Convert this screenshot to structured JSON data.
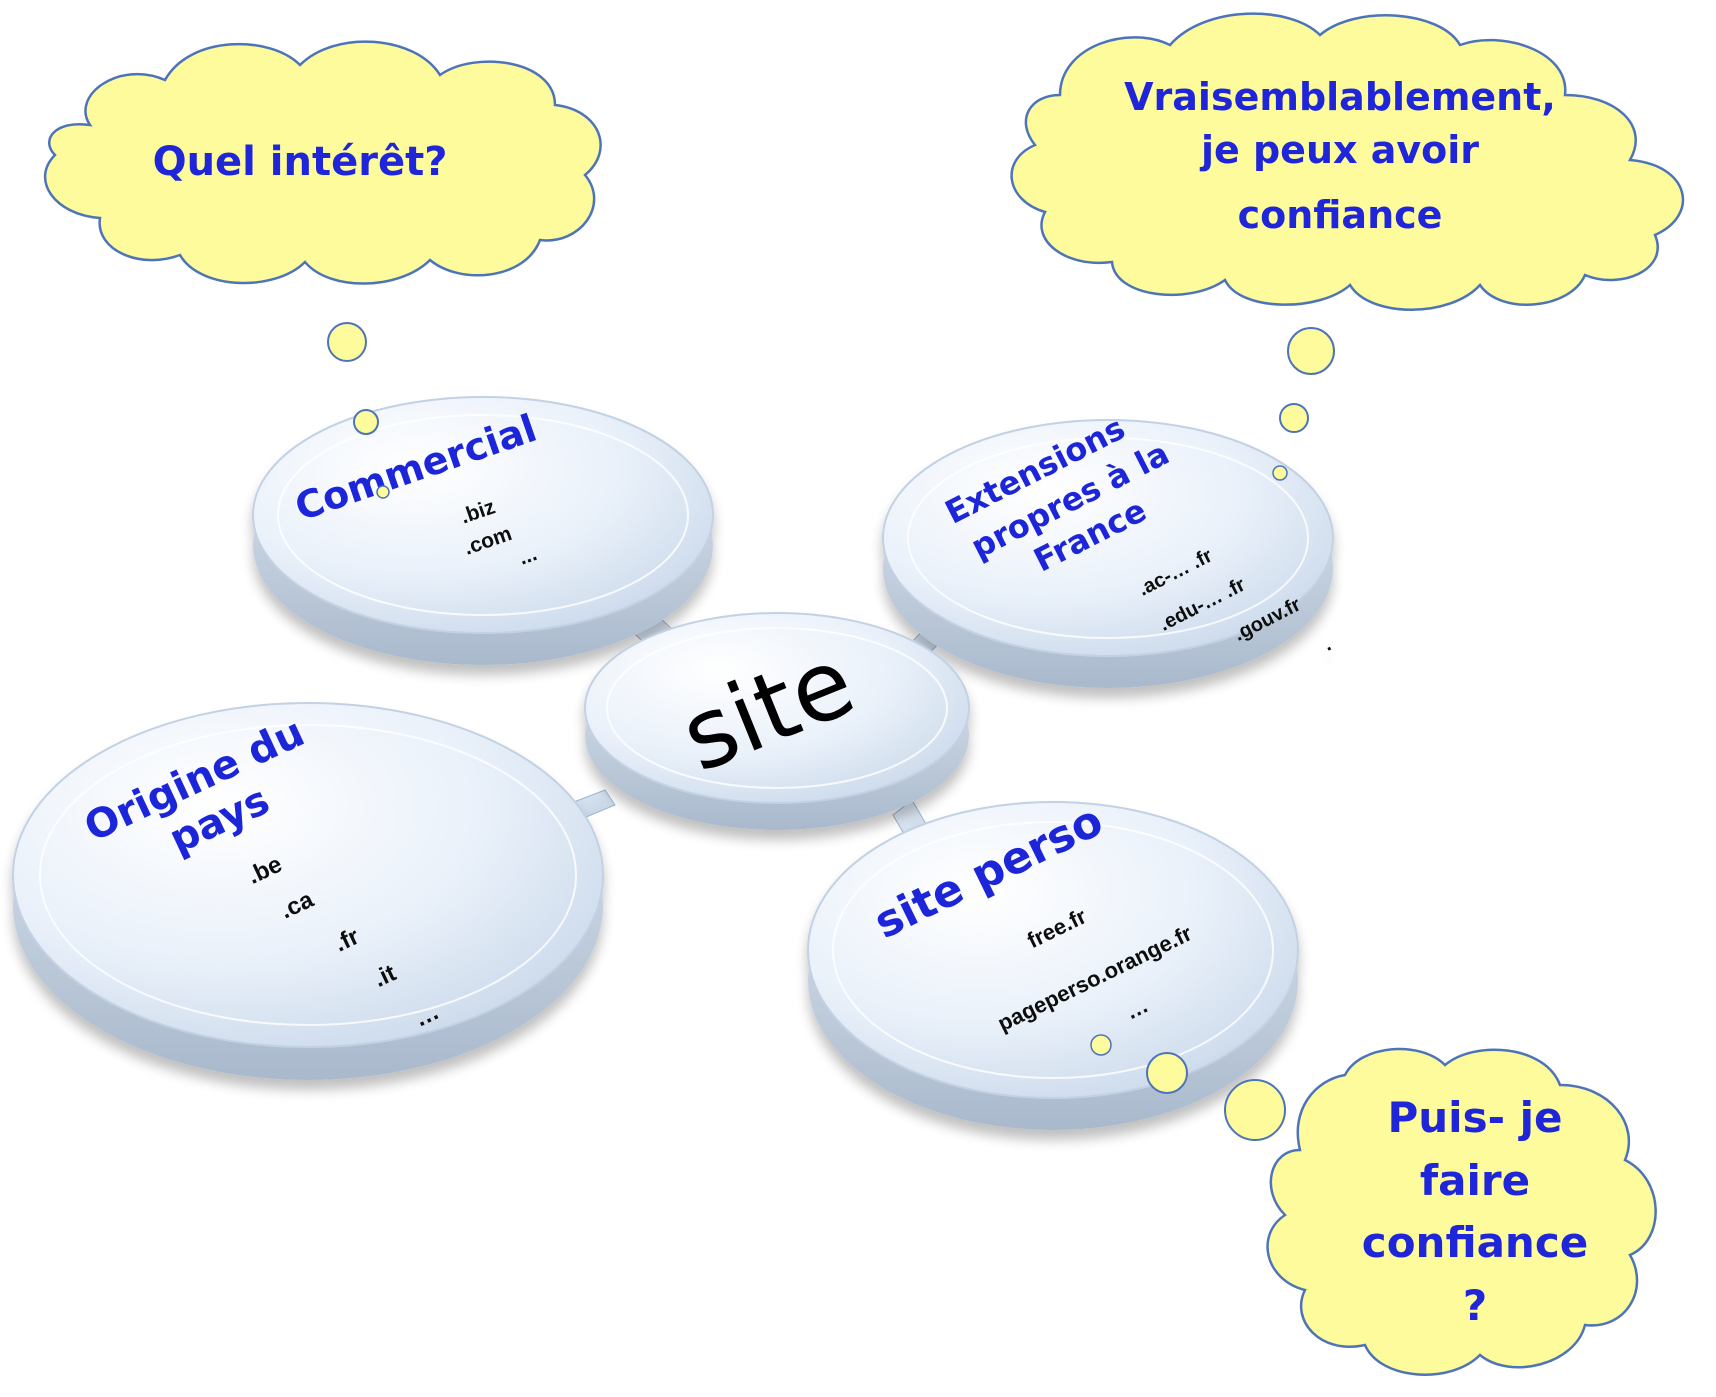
{
  "center": {
    "label": "site"
  },
  "discs": {
    "commercial": {
      "title": "Commercial",
      "items": [
        ".biz",
        ".com",
        "..."
      ]
    },
    "france": {
      "title_lines": [
        "Extensions",
        "propres à la",
        "France"
      ],
      "items": [
        ".ac-… .fr",
        ".edu-… .fr",
        ".gouv.fr",
        "."
      ]
    },
    "origine": {
      "title_lines": [
        "Origine du",
        "pays"
      ],
      "items": [
        ".be",
        ".ca",
        ".fr",
        ".it",
        "…"
      ]
    },
    "perso": {
      "title": "site perso",
      "items": [
        "free.fr",
        "pageperso.orange.fr",
        "…"
      ]
    }
  },
  "clouds": {
    "interet": {
      "lines": [
        "Quel intérêt?"
      ]
    },
    "confiance": {
      "lines": [
        "Vraisemblablement,",
        "je peux avoir",
        "confiance"
      ]
    },
    "puis_je": {
      "lines": [
        "Puis- je",
        "faire",
        "confiance",
        "?"
      ]
    }
  },
  "colors": {
    "cloud_fill": "#fefb9c",
    "cloud_stroke": "#4d74b8",
    "title_text": "#1f25d8",
    "disc_top": "#eef4fb",
    "disc_edge": "#9db4cf"
  }
}
